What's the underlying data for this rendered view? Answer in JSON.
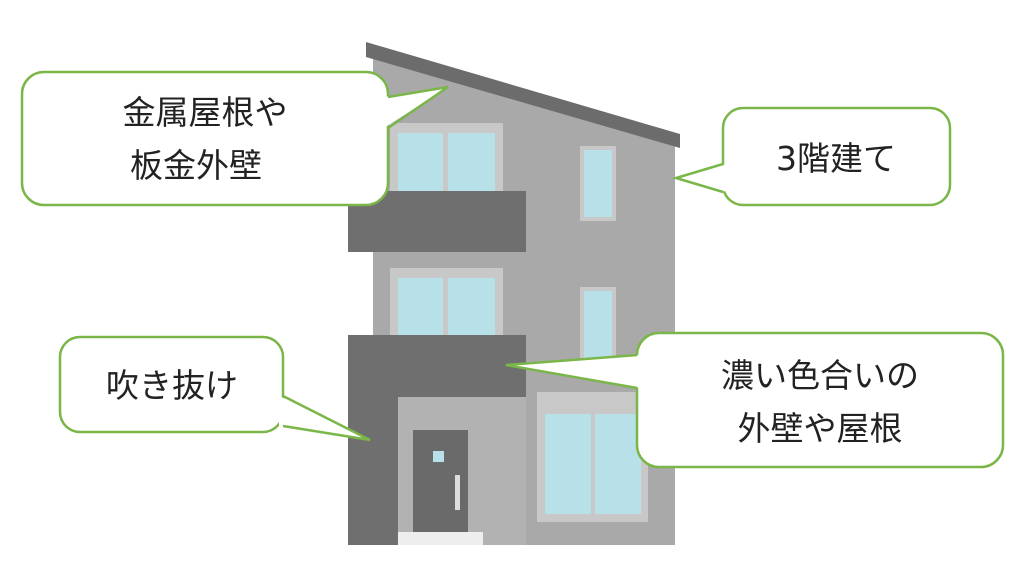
{
  "callouts": {
    "metal_roof": {
      "line1": "金属屋根や",
      "line2": "板金外壁"
    },
    "three_story": {
      "line1": "3階建て"
    },
    "atrium": {
      "line1": "吹き抜け"
    },
    "dark_colors": {
      "line1": "濃い色合いの",
      "line2": "外壁や屋根"
    }
  },
  "colors": {
    "callout_border": "#7ab648",
    "wall": "#a9a9a9",
    "dark_wall": "#6f6f6f",
    "roof": "#6c6c6c",
    "window_frame": "#c8c8c8",
    "glass": "#b8e0e8"
  }
}
